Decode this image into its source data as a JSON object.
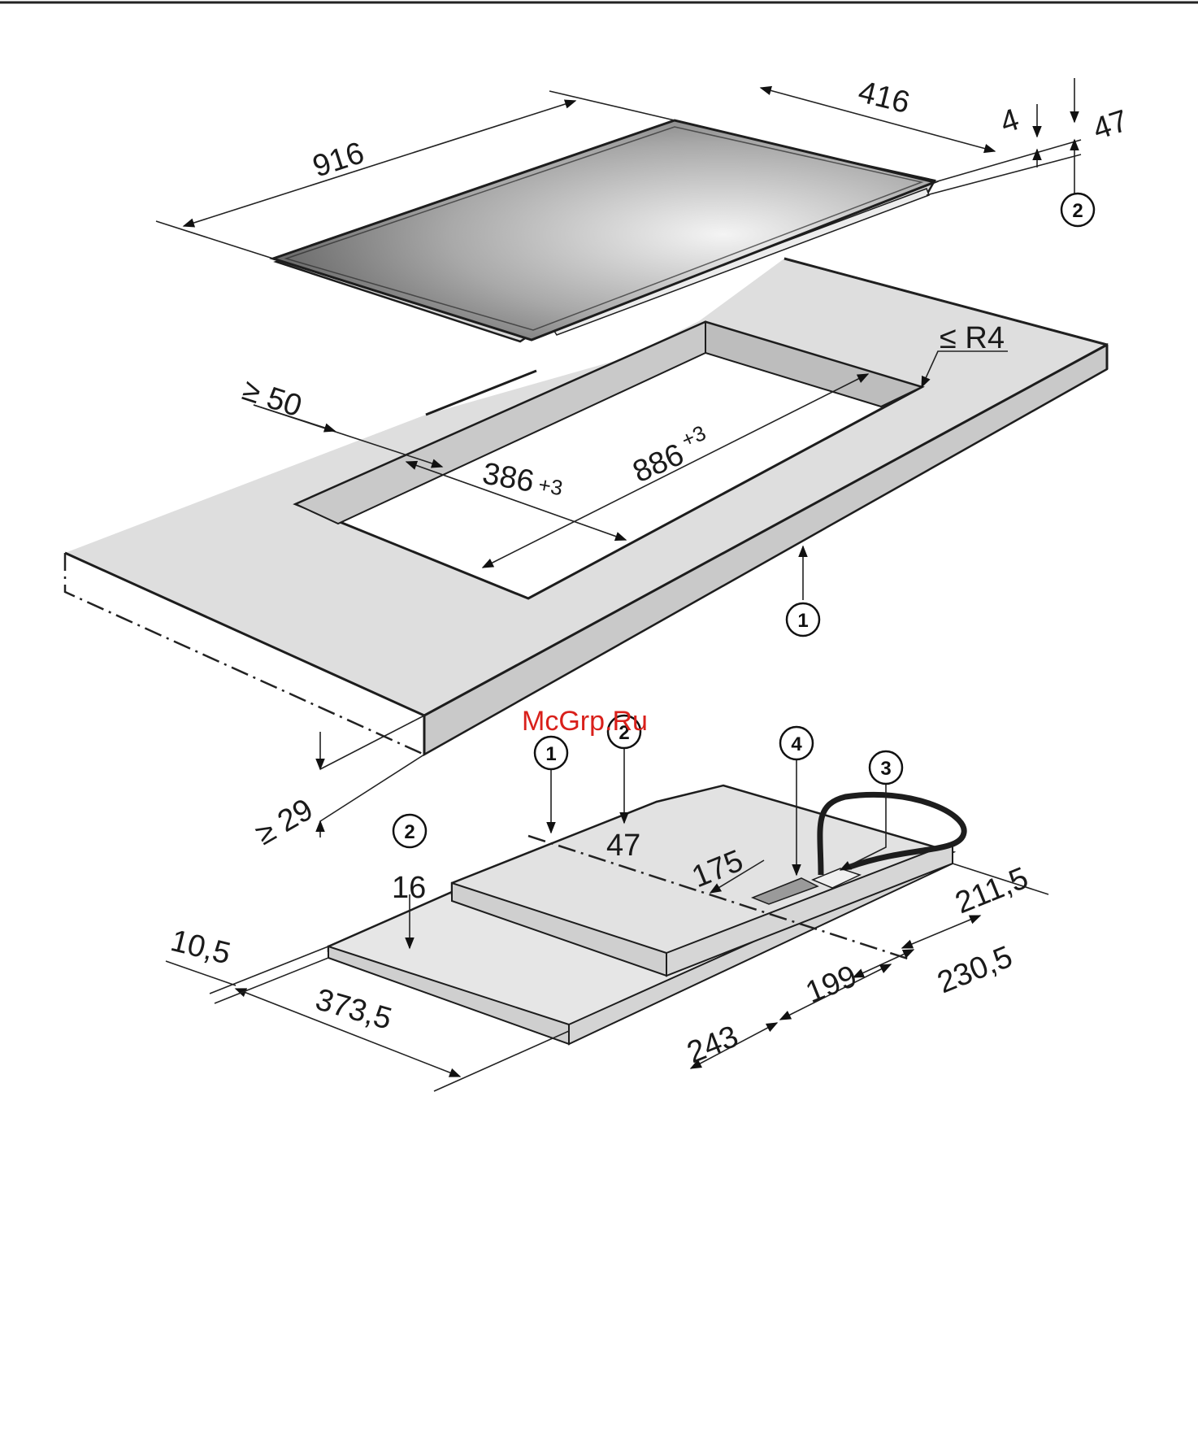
{
  "watermark": "McGrp.Ru",
  "colors": {
    "ink": "#1d1d1d",
    "worktop": "#dedede",
    "worktop_edge": "#c9c9c9",
    "glass_dark": "#5f5f5f",
    "glass_light": "#f2f2f2",
    "watermark": "#d9201b"
  },
  "dimensions": {
    "width_916": "916",
    "depth_416": "416",
    "glass_4": "4",
    "height_47": "47",
    "min_edge_50": "≥ 50",
    "cutout_depth": "386",
    "cutout_depth_tol": "+3",
    "cutout_width": "886",
    "cutout_width_tol": "+3",
    "radius": "≤ R4",
    "worktop_min": "≥ 29",
    "bottom_47": "47",
    "bottom_16": "16",
    "d_175": "175",
    "d_211_5": "211,5",
    "d_230_5": "230,5",
    "d_199": "199",
    "d_243": "243",
    "d_373_5": "373,5",
    "d_10_5": "10,5"
  },
  "callouts": {
    "c1": "1",
    "c2": "2",
    "c3": "3",
    "c4": "4"
  }
}
